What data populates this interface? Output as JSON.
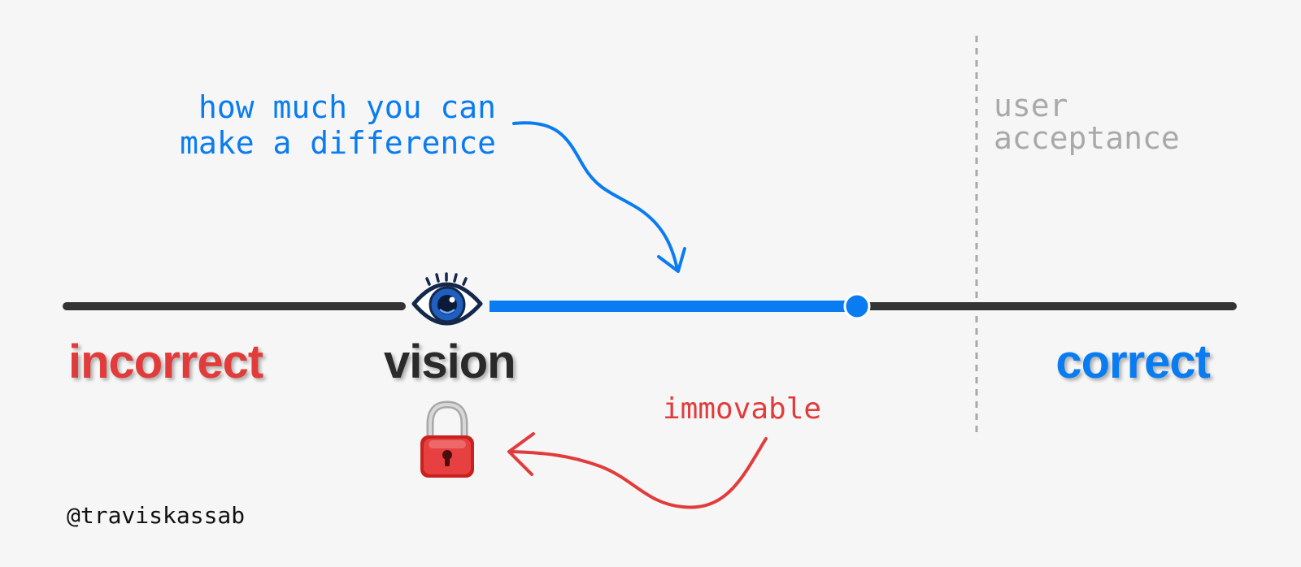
{
  "annotations": {
    "difference": [
      "how much you can",
      "make a difference"
    ],
    "user_acceptance": [
      "user",
      "acceptance"
    ],
    "immovable": "immovable"
  },
  "axis": {
    "left_label": "incorrect",
    "vision_label": "vision",
    "right_label": "correct"
  },
  "handle": "@traviskassab",
  "icons": [
    "eye-icon",
    "lock-icon"
  ],
  "colors": {
    "background": "#f6f6f6",
    "axis_line": "#333333",
    "blue": "#0a7cf2",
    "red": "#e23b3b",
    "gray": "#a9a9a9"
  }
}
